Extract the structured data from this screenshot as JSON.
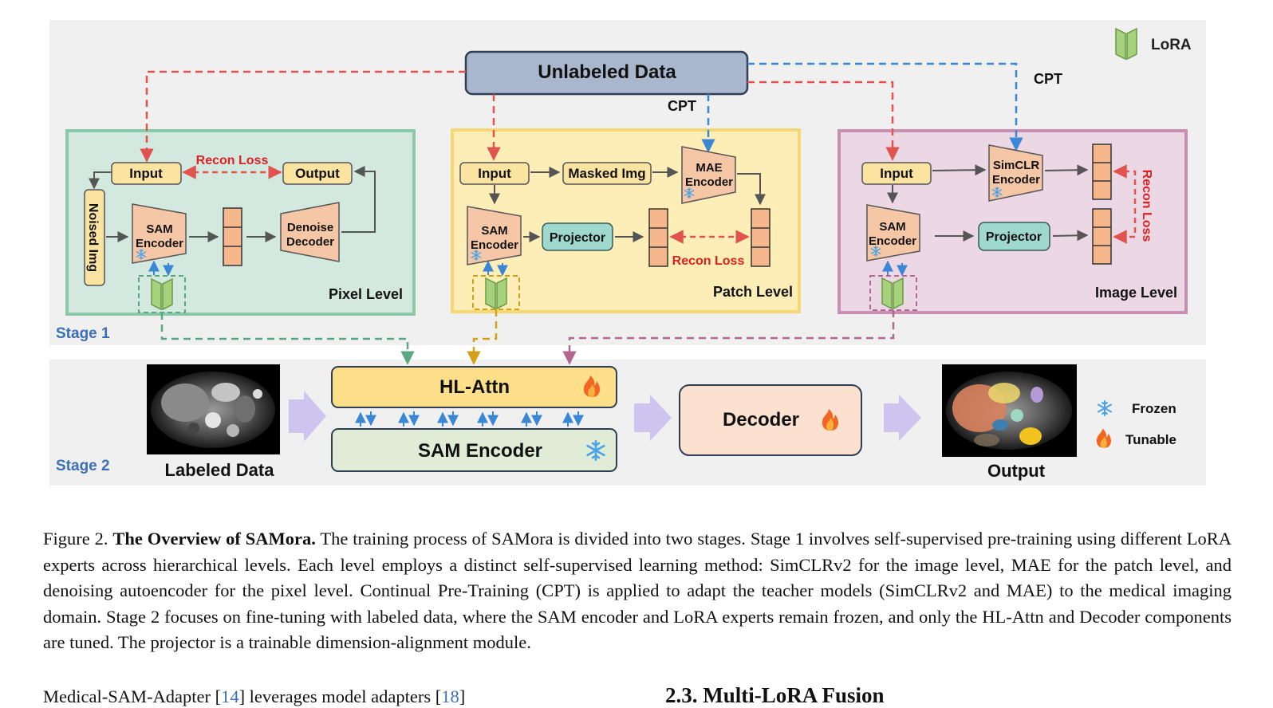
{
  "legend": {
    "lora": "LoRA",
    "frozen": "Frozen",
    "tunable": "Tunable"
  },
  "stage1": {
    "label": "Stage 1",
    "unlabeled": "Unlabeled Data",
    "cpt_top": "CPT",
    "cpt_mid": "CPT",
    "pixel": {
      "input": "Input",
      "output": "Output",
      "recon": "Recon Loss",
      "noised": "Noised Img",
      "sam_l1": "SAM",
      "sam_l2": "Encoder",
      "denoise_l1": "Denoise",
      "denoise_l2": "Decoder",
      "level": "Pixel Level"
    },
    "patch": {
      "input": "Input",
      "masked": "Masked Img",
      "mae_l1": "MAE",
      "mae_l2": "Encoder",
      "sam_l1": "SAM",
      "sam_l2": "Encoder",
      "projector": "Projector",
      "recon": "Recon Loss",
      "level": "Patch Level"
    },
    "image": {
      "input": "Input",
      "simclr_l1": "SimCLR",
      "simclr_l2": "Encoder",
      "sam_l1": "SAM",
      "sam_l2": "Encoder",
      "projector": "Projector",
      "recon": "Recon Loss",
      "level": "Image Level"
    }
  },
  "stage2": {
    "label": "Stage 2",
    "labeled": "Labeled Data",
    "hlattn": "HL-Attn",
    "sam": "SAM Encoder",
    "decoder": "Decoder",
    "output": "Output"
  },
  "caption": {
    "prefix": "Figure 2.",
    "title": "The Overview of SAMora.",
    "body": "The training process of SAMora is divided into two stages. Stage 1 involves self-supervised pre-training using different LoRA experts across hierarchical levels. Each level employs a distinct self-supervised learning method: SimCLRv2 for the image level, MAE for the patch level, and denoising autoencoder for the pixel level. Continual Pre-Training (CPT) is applied to adapt the teacher models (SimCLRv2 and MAE) to the medical imaging domain. Stage 2 focuses on fine-tuning with labeled data, where the SAM encoder and LoRA experts remain frozen, and only the HL-Attn and Decoder components are tuned. The projector is a trainable dimension-alignment module."
  },
  "body_text": {
    "left_a": "Medical-SAM-Adapter [",
    "left_ref1": "14",
    "left_b": "] leverages model adapters [",
    "left_ref2": "18",
    "left_c": "]",
    "right_heading": "2.3. Multi-LoRA Fusion"
  },
  "colors": {
    "pixel_bg": "#d3e8df",
    "pixel_border": "#8cc9a9",
    "patch_bg": "#fdeeb8",
    "patch_border": "#f5d873",
    "image_bg": "#ecd7e4",
    "image_border": "#c98fb2",
    "stage_bg": "#f0f0f0",
    "unlabeled_bg": "#a8b6ce",
    "input_bg": "#fbe4a2",
    "sam_bg": "#f6c7a6",
    "projector_bg": "#9fd8cc",
    "lora_green": "#a7d27c",
    "red_dash": "#e0534f",
    "blue_dash": "#3a87d6",
    "stage_label": "#3a6fb5"
  }
}
